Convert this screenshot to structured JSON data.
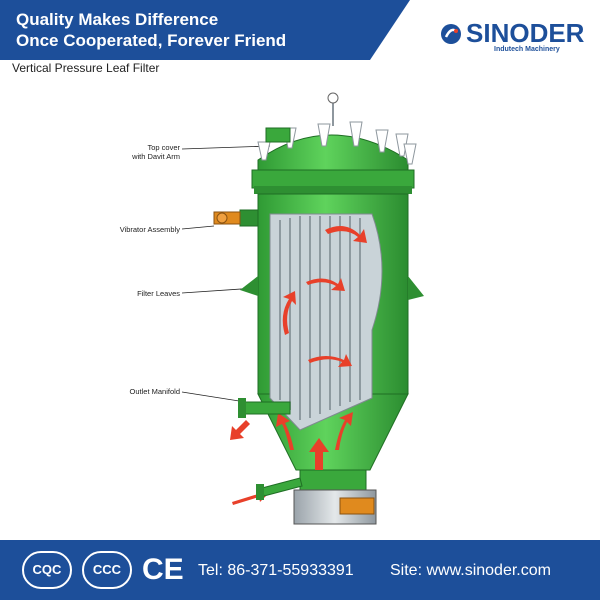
{
  "header": {
    "slogan_line1": "Quality Makes Difference",
    "slogan_line2": "Once Cooperated, Forever Friend",
    "brand": "SINODER",
    "brand_sub": "Indutech Machinery"
  },
  "product_title": "Vertical Pressure Leaf Filter",
  "callouts": {
    "top_cover_line1": "Top cover",
    "top_cover_line2": "with Davit Arm",
    "vibrator": "Vibrator Assembly",
    "filter_leaves": "Filter Leaves",
    "outlet": "Outlet Manifold"
  },
  "footer": {
    "cert1": "CQC",
    "cert2": "CCC",
    "ce": "CE",
    "tel": "Tel: 86-371-55933391",
    "site": "Site: www.sinoder.com"
  },
  "colors": {
    "brand_blue": "#1d4f9a",
    "vessel_green": "#49c24a",
    "flow_red": "#e8402a"
  }
}
